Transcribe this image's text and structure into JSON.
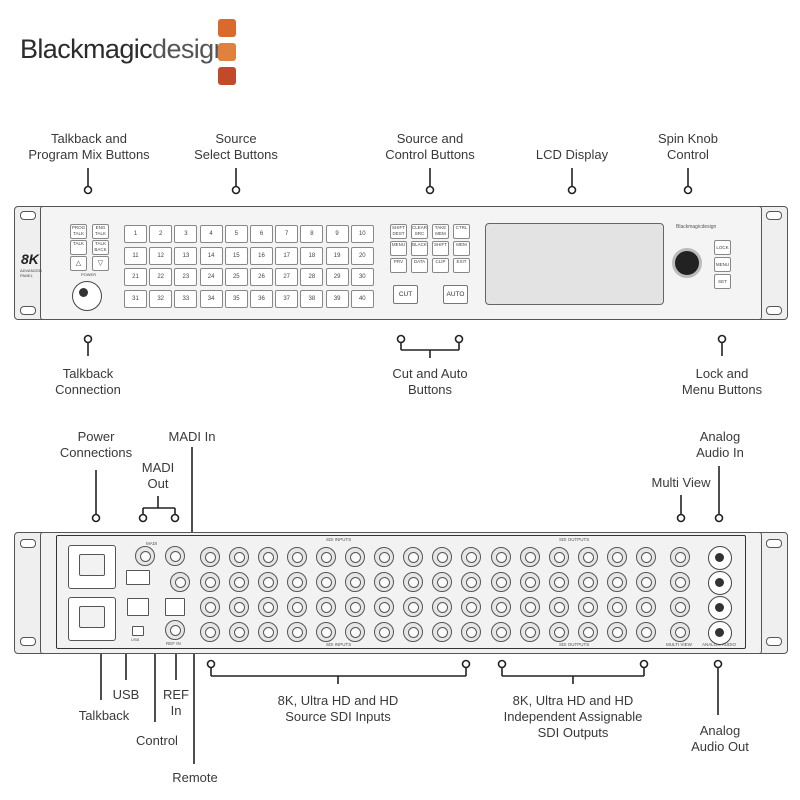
{
  "logo": {
    "text_bold": "Blackmagic",
    "text_light": "design",
    "colors": [
      "#d96a2b",
      "#e0823e",
      "#c24a2a"
    ]
  },
  "front_panel": {
    "model_badge": "8K",
    "model_sub": "ADVANCED PANEL",
    "brand_small": "Blackmagicdesign",
    "cut_label": "CUT",
    "auto_label": "AUTO",
    "source_buttons": [
      "1",
      "2",
      "3",
      "4",
      "5",
      "6",
      "7",
      "8",
      "9",
      "10",
      "11",
      "12",
      "13",
      "14",
      "15",
      "16",
      "17",
      "18",
      "19",
      "20",
      "21",
      "22",
      "23",
      "24",
      "25",
      "26",
      "27",
      "28",
      "29",
      "30",
      "31",
      "32",
      "33",
      "34",
      "35",
      "36",
      "37",
      "38",
      "39",
      "40"
    ],
    "left_buttons": [
      "PROG TALK",
      "ENG TALK",
      "TALK",
      "TALK BACK",
      "△",
      "▽"
    ],
    "control_buttons": [
      "SHIFT DEST",
      "CLEAR SRC",
      "TAKE MEM",
      "CTRL",
      "MENU",
      "BLACK",
      "SHIFT",
      "MEM",
      "PRV",
      "DATA",
      "CLIP",
      "EXIT"
    ],
    "menu_buttons": [
      "LOCK",
      "MENU",
      "SET"
    ],
    "power_label": "POWER"
  },
  "front_callouts": {
    "talkback_program": "Talkback and\nProgram Mix Buttons",
    "source_select": "Source\nSelect Buttons",
    "source_control": "Source and\nControl  Buttons",
    "lcd_display": "LCD Display",
    "spin_knob": "Spin Knob\nControl",
    "talkback_connection": "Talkback\nConnection",
    "cut_auto": "Cut and Auto\nButtons",
    "lock_menu": "Lock and\nMenu Buttons"
  },
  "rear_callouts": {
    "power": "Power\nConnections",
    "madi_in": "MADI In",
    "madi_out": "MADI\nOut",
    "multi_view": "Multi View",
    "analog_in": "Analog\nAudio In",
    "usb": "USB",
    "talkback": "Talkback",
    "ref_in": "REF\nIn",
    "control": "Control",
    "remote": "Remote",
    "sdi_inputs": "8K, Ultra HD and HD\nSource SDI Inputs",
    "sdi_outputs": "8K, Ultra HD and HD\nIndependent Assignable\nSDI Outputs",
    "analog_out": "Analog\nAudio Out"
  },
  "rear_panel": {
    "inputs_header": "SDI INPUTS",
    "outputs_header": "SDI OUTPUTS",
    "madi_label": "MADI",
    "ref_label": "REF IN",
    "multiview_label": "MULTI VIEW",
    "analog_label": "ANALOG AUDIO",
    "usb_label": "USB"
  }
}
